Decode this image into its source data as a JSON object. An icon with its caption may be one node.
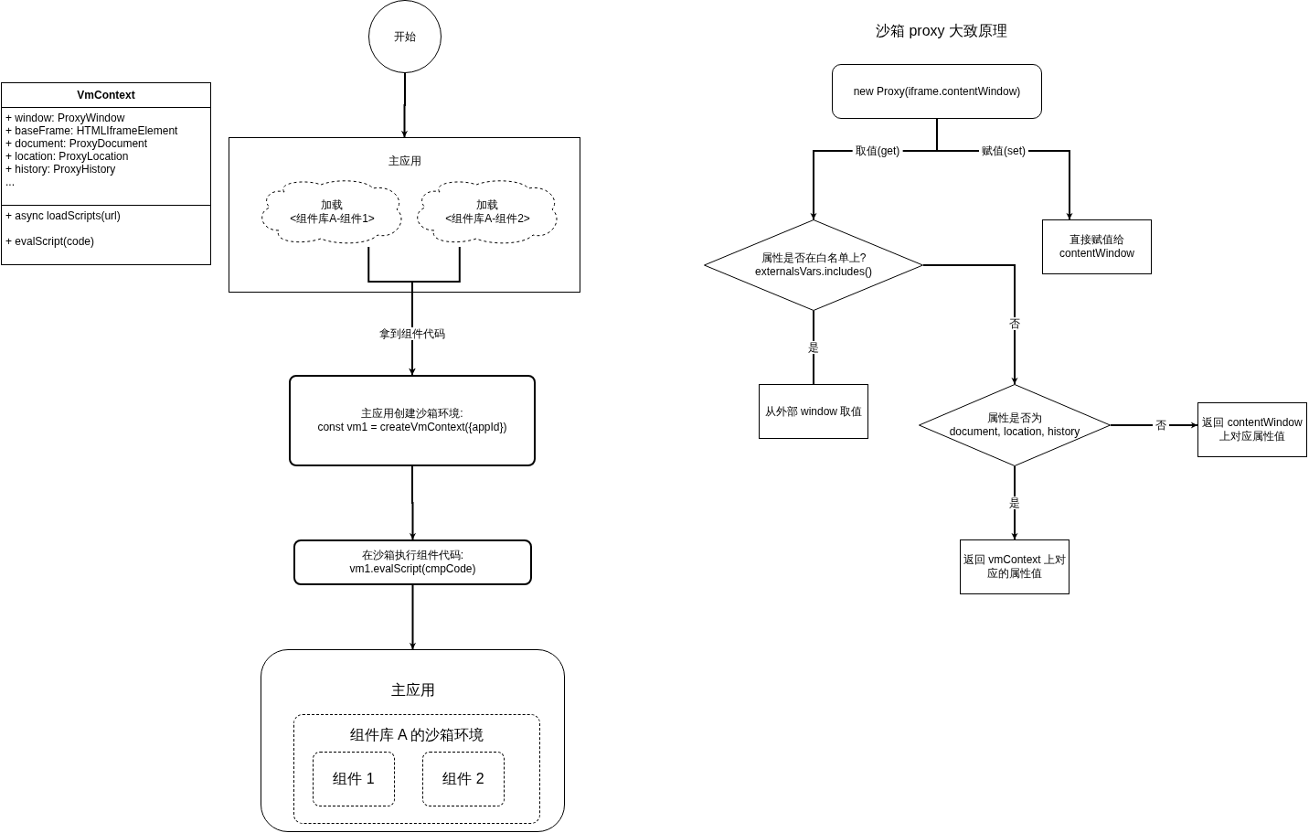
{
  "diagram": {
    "title": "沙箱 proxy 大致原理",
    "nodes": [
      {
        "text": [
          "VmContext",
          "+ window: ProxyWindow",
          "+ baseFrame: HTMLIframeElement",
          "+ document: ProxyDocument",
          "+ location: ProxyLocation",
          "+ history: ProxyHistory",
          "...",
          "+ async loadScripts(url)",
          "+ evalScript(code)"
        ]
      },
      {
        "text": [
          "开始"
        ]
      },
      {
        "text": [
          "主应用"
        ]
      },
      {
        "text": [
          "加载 <组件库A-组件1>"
        ],
        "in": 2
      },
      {
        "text": [
          "加载 <组件库A-组件2>"
        ],
        "in": 2
      },
      {
        "text": [
          "主应用创建沙箱环境: const vm1 = createVmContext({appId})"
        ]
      },
      {
        "text": [
          "在沙箱执行组件代码: vm1.evalScript(cmpCode)"
        ]
      },
      {
        "text": [
          "主应用"
        ]
      },
      {
        "text": [
          "组件库 A 的沙箱环境"
        ],
        "in": 7
      },
      {
        "text": [
          "组件 1"
        ],
        "in": 8
      },
      {
        "text": [
          "组件 2"
        ],
        "in": 8
      },
      {
        "text": [
          "new Proxy(iframe.contentWindow)"
        ]
      },
      {
        "text": [
          "属性是否在白名单上? externalsVars.includes()"
        ]
      },
      {
        "text": [
          "直接赋值给 contentWindow"
        ]
      },
      {
        "text": [
          "从外部 window 取值"
        ]
      },
      {
        "text": [
          "属性是否为 document, location, history"
        ]
      },
      {
        "text": [
          "返回 contentWindow 上对应属性值"
        ]
      },
      {
        "text": [
          "返回 vmContext 上对应的属性值"
        ]
      }
    ],
    "edges": [
      {
        "from": 1,
        "to": 2,
        "arrow": "to"
      },
      {
        "from": 3,
        "to": 5,
        "arrow": "to",
        "label": "拿到组件代码"
      },
      {
        "from": 4,
        "to": 5,
        "arrow": "to"
      },
      {
        "from": 5,
        "to": 6,
        "arrow": "to"
      },
      {
        "from": 6,
        "to": 7,
        "arrow": "to"
      },
      {
        "from": 11,
        "to": 12,
        "arrow": "to",
        "label": "取值(get)"
      },
      {
        "from": 11,
        "to": 13,
        "arrow": "to",
        "label": "赋值(set)"
      },
      {
        "from": 12,
        "to": 14,
        "arrow": "none",
        "label": "是"
      },
      {
        "from": 12,
        "to": 15,
        "arrow": "to",
        "label": "否"
      },
      {
        "from": 15,
        "to": 16,
        "arrow": "to",
        "label": "否"
      },
      {
        "from": 15,
        "to": 17,
        "arrow": "to",
        "label": "是"
      }
    ]
  }
}
